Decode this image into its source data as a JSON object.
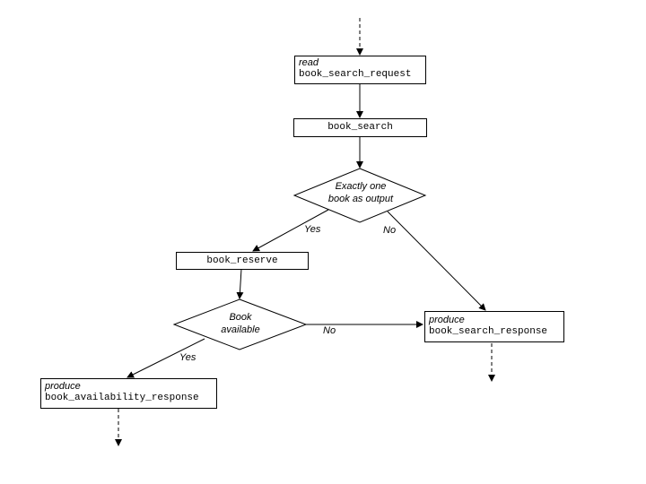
{
  "nodes": {
    "read_request": {
      "verb": "read",
      "name": "book_search_request"
    },
    "book_search": {
      "name": "book_search"
    },
    "decision_one": {
      "line1": "Exactly one",
      "line2": "book as output"
    },
    "book_reserve": {
      "name": "book_reserve"
    },
    "decision_available": {
      "line1": "Book",
      "line2": "available"
    },
    "produce_availability": {
      "verb": "produce",
      "name": "book_availability_response"
    },
    "produce_search": {
      "verb": "produce",
      "name": "book_search_response"
    }
  },
  "edges": {
    "one_yes": "Yes",
    "one_no": "No",
    "available_yes": "Yes",
    "available_no": "No"
  }
}
